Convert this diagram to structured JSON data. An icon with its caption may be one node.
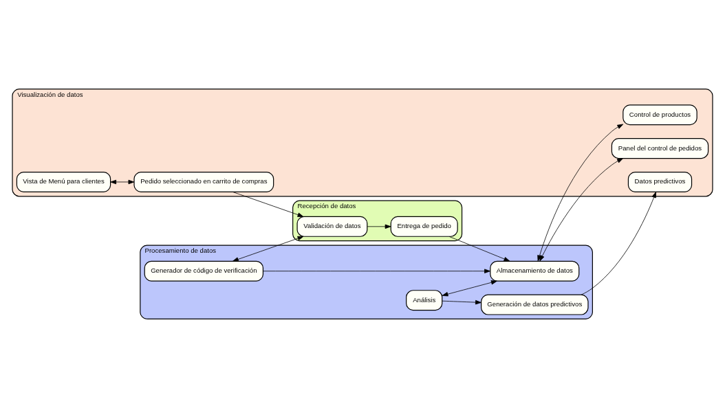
{
  "diagram": {
    "nodes": [
      {
        "text": [
          "Visualización de datos"
        ]
      },
      {
        "text": [
          "Vista de Menú para clientes"
        ],
        "in": 0
      },
      {
        "text": [
          "Pedido seleccionado en carrito de compras"
        ],
        "in": 0
      },
      {
        "text": [
          "Datos predictivos"
        ],
        "in": 0
      },
      {
        "text": [
          "Panel del control de pedidos"
        ],
        "in": 0
      },
      {
        "text": [
          "Control de productos"
        ],
        "in": 0
      },
      {
        "text": [
          "Recepción de datos"
        ]
      },
      {
        "text": [
          "Validación de datos"
        ],
        "in": 6
      },
      {
        "text": [
          "Entrega de pedido"
        ],
        "in": 6
      },
      {
        "text": [
          "Procesamiento de datos"
        ]
      },
      {
        "text": [
          "Generador de código de verificación"
        ],
        "in": 9
      },
      {
        "text": [
          "Generación de datos predictivos"
        ],
        "in": 9
      },
      {
        "text": [
          "Análisis"
        ],
        "in": 9
      },
      {
        "text": [
          "Almacenamiento de datos"
        ],
        "in": 9
      }
    ],
    "edges": [
      {
        "from": 1,
        "to": 2,
        "arrow": "both"
      },
      {
        "from": 2,
        "to": 7,
        "arrow": "to"
      },
      {
        "from": 10,
        "to": 7,
        "arrow": "both"
      },
      {
        "from": 7,
        "to": 8,
        "arrow": "to"
      },
      {
        "from": 8,
        "to": 13,
        "arrow": "to"
      },
      {
        "from": 10,
        "to": 13,
        "arrow": "to"
      },
      {
        "from": 12,
        "to": 13,
        "arrow": "both"
      },
      {
        "from": 12,
        "to": 11,
        "arrow": "to"
      },
      {
        "from": 11,
        "to": 3,
        "arrow": "to"
      },
      {
        "from": 13,
        "to": 4,
        "arrow": "both"
      },
      {
        "from": 13,
        "to": 5,
        "arrow": "both"
      }
    ]
  }
}
